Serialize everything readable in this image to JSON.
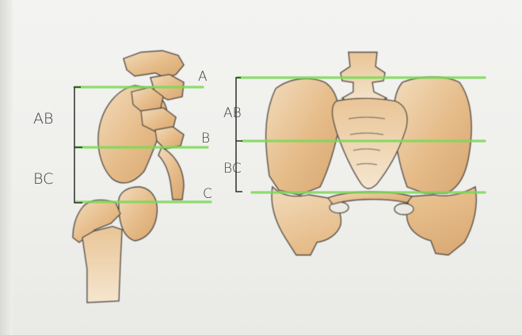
{
  "colors": {
    "paper": "#efefec",
    "bone_fill": "#e3b784",
    "bone_light": "#f0d9b6",
    "outline": "#4a4440",
    "guide_line": "#7ed957",
    "ink": "#3a3838"
  },
  "left_figure": {
    "point_labels": [
      "A",
      "B",
      "C"
    ],
    "segment_labels": [
      "AB",
      "BC"
    ]
  },
  "right_figure": {
    "segment_labels": [
      "AB",
      "BC"
    ]
  }
}
